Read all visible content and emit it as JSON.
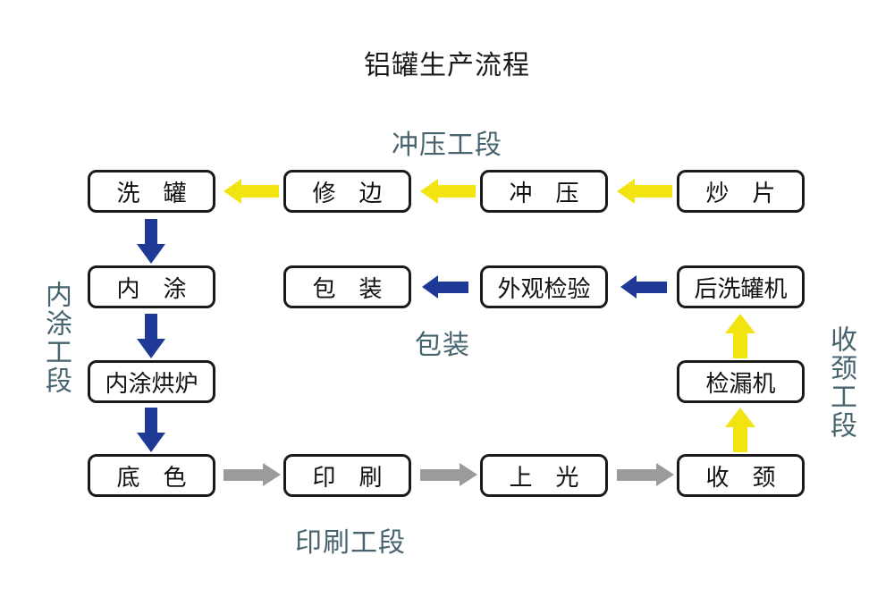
{
  "title": "铝罐生产流程",
  "section_labels": {
    "stamping": "冲压工段",
    "inner_coating": "内涂工段",
    "packing": "包装",
    "printing": "印刷工段",
    "necking": "收颈工段"
  },
  "boxes": {
    "wash_can": "洗　罐",
    "trim_edge": "修　边",
    "stamping": "冲　压",
    "fry_sheet": "炒　片",
    "inner_coating": "内　涂",
    "packing": "包　装",
    "visual_inspection": "外观检验",
    "post_wash_machine": "后洗罐机",
    "inner_coating_oven": "内涂烘炉",
    "leak_detector": "检漏机",
    "base_color": "底　色",
    "printing": "印　刷",
    "varnish": "上　光",
    "necking": "收　颈"
  },
  "colors": {
    "arrow_yellow": "#F2E410",
    "arrow_blue": "#1E3A96",
    "arrow_gray": "#9B9B9B",
    "section_label": "#47646E",
    "box_border": "#1A1A1A",
    "background": "#FFFFFF"
  },
  "edges": [
    {
      "from": "炒片",
      "to": "冲压",
      "color": "yellow"
    },
    {
      "from": "冲压",
      "to": "修边",
      "color": "yellow"
    },
    {
      "from": "修边",
      "to": "洗罐",
      "color": "yellow"
    },
    {
      "from": "洗罐",
      "to": "内涂",
      "color": "blue"
    },
    {
      "from": "内涂",
      "to": "内涂烘炉",
      "color": "blue"
    },
    {
      "from": "内涂烘炉",
      "to": "底色",
      "color": "blue"
    },
    {
      "from": "底色",
      "to": "印刷",
      "color": "gray"
    },
    {
      "from": "印刷",
      "to": "上光",
      "color": "gray"
    },
    {
      "from": "上光",
      "to": "收颈",
      "color": "gray"
    },
    {
      "from": "收颈",
      "to": "检漏机",
      "color": "yellow"
    },
    {
      "from": "检漏机",
      "to": "后洗罐机",
      "color": "yellow"
    },
    {
      "from": "后洗罐机",
      "to": "外观检验",
      "color": "blue"
    },
    {
      "from": "外观检验",
      "to": "包装",
      "color": "blue"
    }
  ]
}
